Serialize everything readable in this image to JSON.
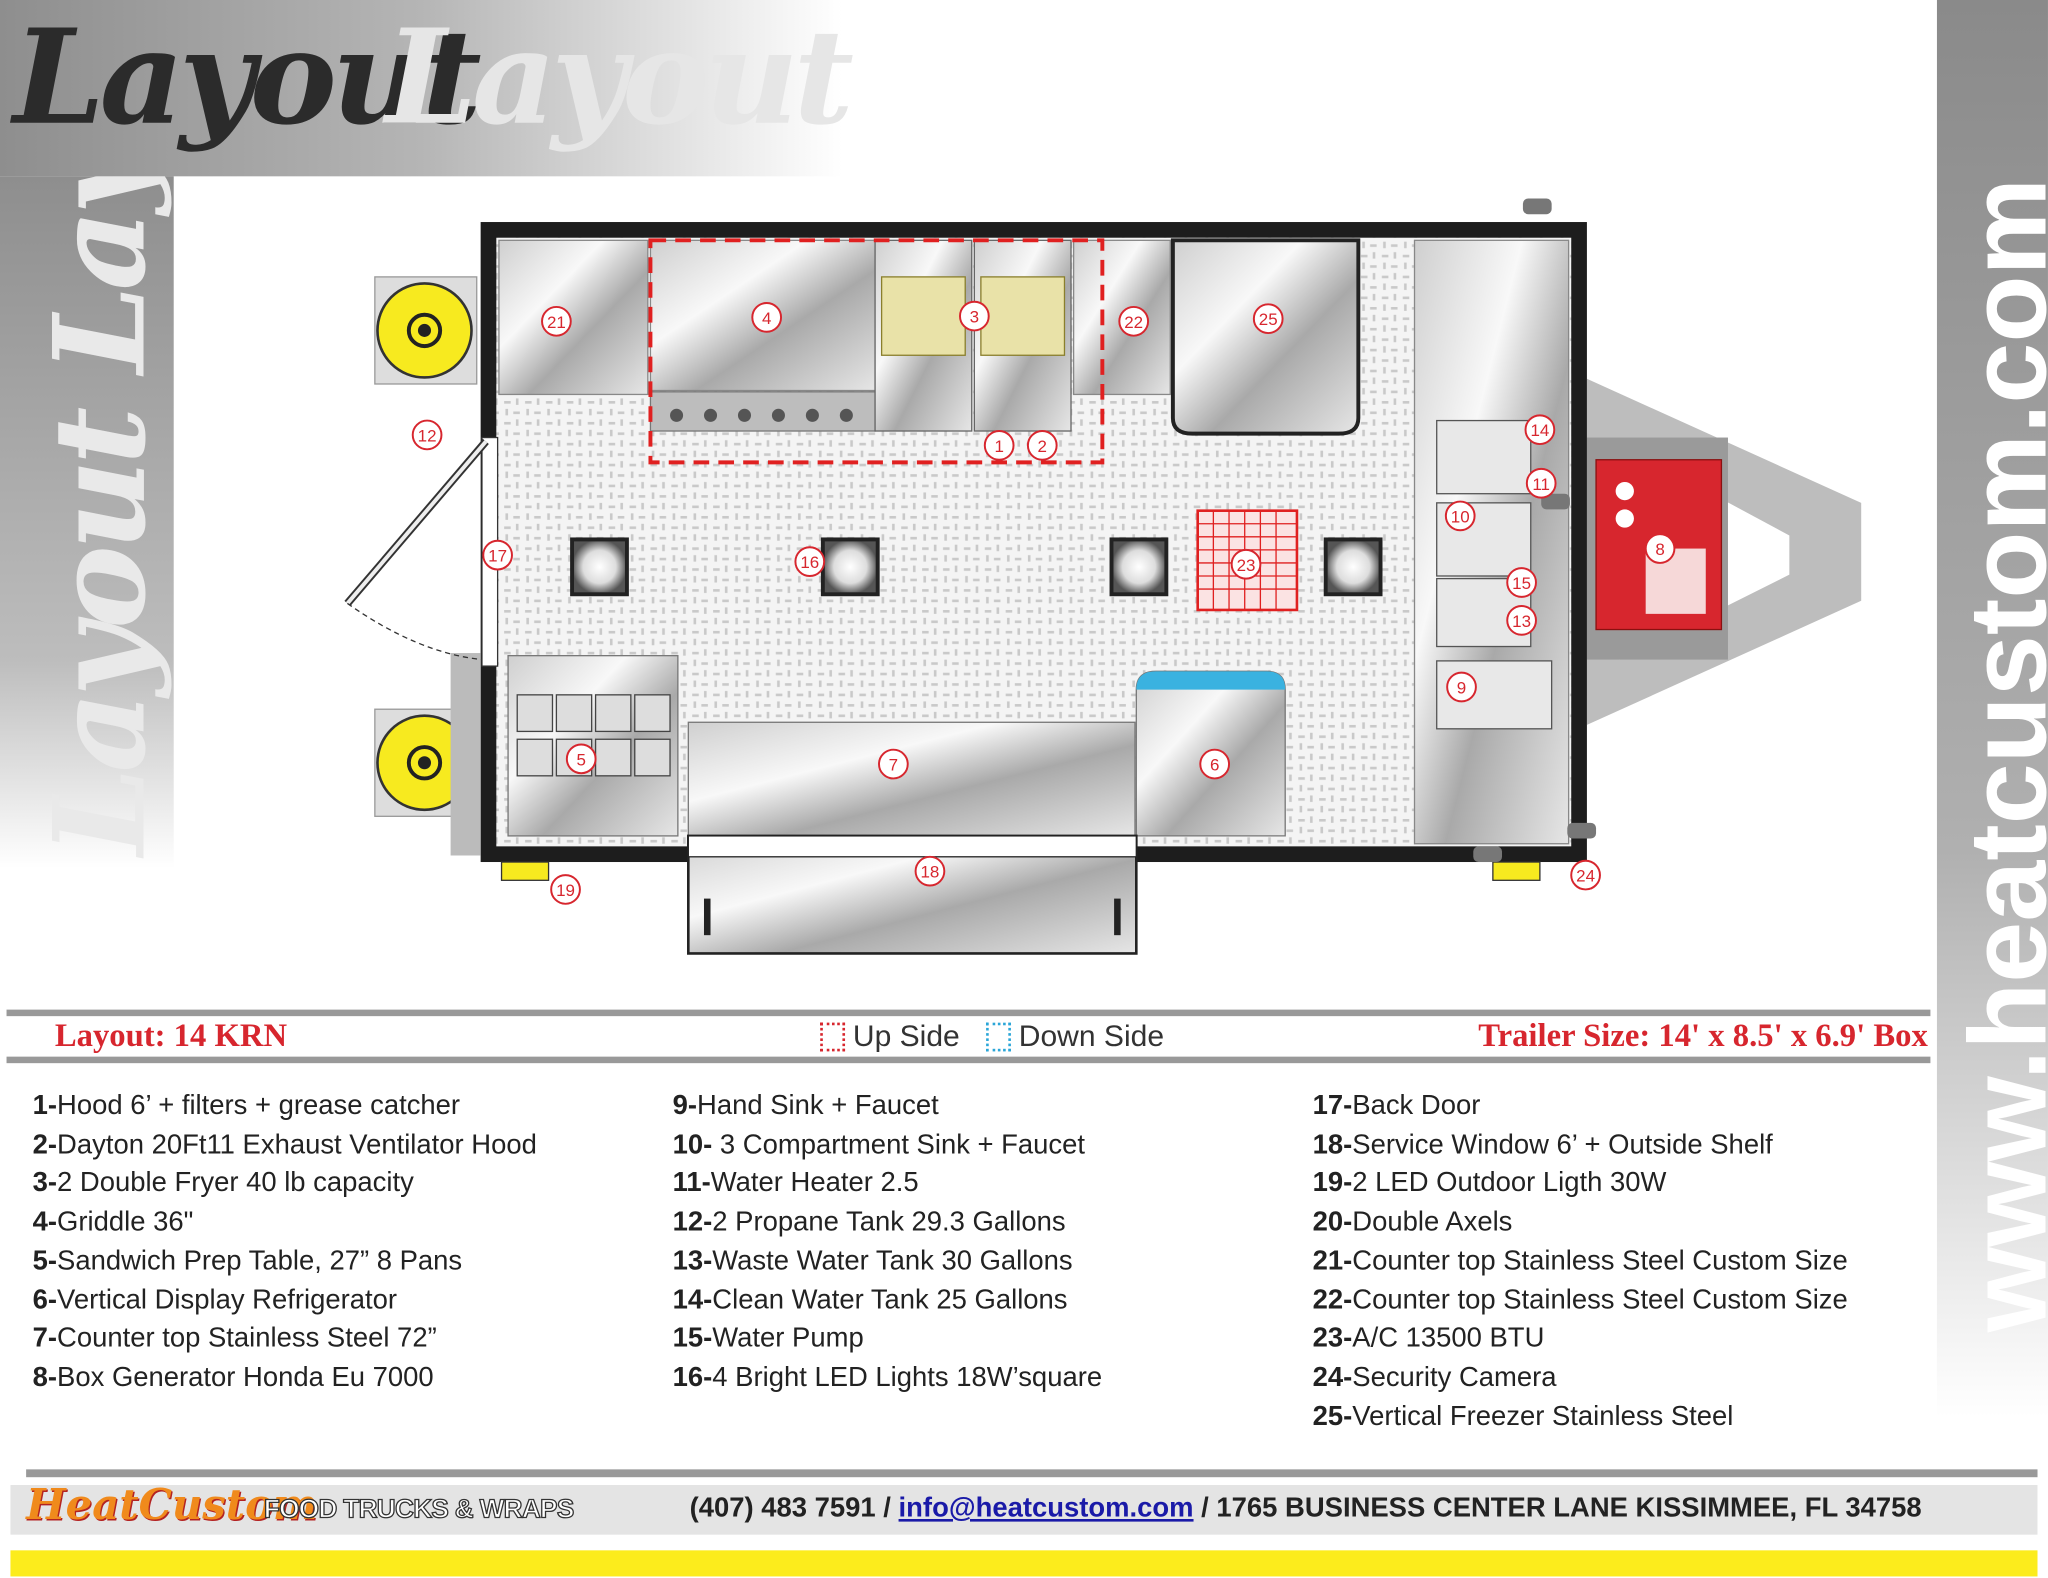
{
  "header": {
    "title_dark": "Layout",
    "title_light": "Layout",
    "side_title": "Layout Layout",
    "website": "www.heatcustom.com"
  },
  "plan": {
    "markers": [
      "1",
      "2",
      "3",
      "4",
      "5",
      "6",
      "7",
      "8",
      "9",
      "10",
      "11",
      "12",
      "13",
      "14",
      "15",
      "16",
      "17",
      "18",
      "19",
      "24",
      "21",
      "22",
      "23",
      "25",
      "9"
    ]
  },
  "legend_bar": {
    "layout_label": "Layout: 14 KRN",
    "up_side": "Up Side",
    "down_side": "Down Side",
    "trailer_size": "Trailer Size: 14' x 8.5' x 6.9' Box"
  },
  "items": [
    {
      "n": "1-",
      "t": "Hood 6’ + filters + grease catcher"
    },
    {
      "n": "2-",
      "t": "Dayton 20Ft11 Exhaust Ventilator Hood"
    },
    {
      "n": "3-",
      "t": "2 Double Fryer 40 lb capacity"
    },
    {
      "n": "4-",
      "t": "Griddle 36\""
    },
    {
      "n": "5-",
      "t": "Sandwich Prep Table, 27” 8 Pans"
    },
    {
      "n": "6-",
      "t": "Vertical Display Refrigerator"
    },
    {
      "n": "7-",
      "t": "Counter top Stainless Steel 72”"
    },
    {
      "n": "8-",
      "t": "Box Generator Honda Eu 7000"
    },
    {
      "n": "9-",
      "t": "Hand Sink + Faucet"
    },
    {
      "n": "10-",
      "t": " 3 Compartment Sink + Faucet"
    },
    {
      "n": "11-",
      "t": "Water Heater 2.5"
    },
    {
      "n": "12-",
      "t": "2 Propane Tank 29.3 Gallons"
    },
    {
      "n": "13-",
      "t": "Waste Water Tank 30 Gallons"
    },
    {
      "n": "14-",
      "t": "Clean Water Tank 25 Gallons"
    },
    {
      "n": "15-",
      "t": "Water Pump"
    },
    {
      "n": "16-",
      "t": "4 Bright LED Lights 18W’square"
    },
    {
      "n": "17-",
      "t": "Back Door"
    },
    {
      "n": "18-",
      "t": "Service Window 6’ + Outside Shelf"
    },
    {
      "n": "19-",
      "t": "2 LED Outdoor Ligth 30W"
    },
    {
      "n": "20-",
      "t": "Double Axels"
    },
    {
      "n": "21-",
      "t": "Counter top Stainless Steel Custom Size"
    },
    {
      "n": "22-",
      "t": "Counter top Stainless Steel Custom Size"
    },
    {
      "n": "23-",
      "t": "A/C 13500 BTU"
    },
    {
      "n": "24-",
      "t": "Security Camera"
    },
    {
      "n": "25-",
      "t": "Vertical Freezer Stainless Steel"
    }
  ],
  "footer": {
    "brand": "HeatCustom",
    "tagline": "FOOD TRUCKS & WRAPS",
    "phone": "(407) 483 7591",
    "sep1": " / ",
    "email": "info@heatcustom.com",
    "sep2": " / ",
    "address": "1765 BUSINESS CENTER LANE KISSIMMEE, FL 34758"
  },
  "colors": {
    "accent_red": "#d7262e",
    "yellow": "#fcec1c",
    "down_side": "#2aa6d8"
  }
}
